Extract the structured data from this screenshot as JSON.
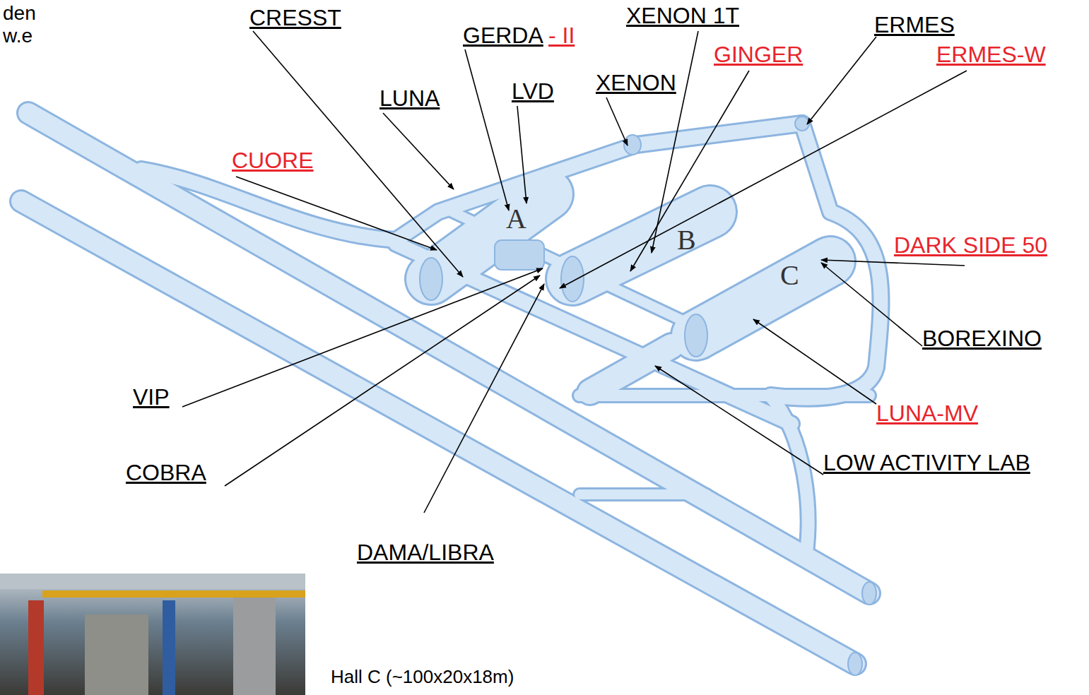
{
  "diagram": {
    "labels": [
      "den",
      "w.e",
      "CRESST",
      "XENON 1T",
      "GERDA",
      "- II",
      "ERMES",
      "GINGER",
      "ERMES-W",
      "XENON",
      "LUNA",
      "LVD",
      "CUORE",
      "A",
      "B",
      "DARK SIDE 50",
      "C",
      "BOREXINO",
      "VIP",
      "LUNA-MV",
      "LOW ACTIVITY LAB",
      "COBRA",
      "DAMA/LIBRA",
      "Hall C (~100x20x18m)"
    ]
  }
}
